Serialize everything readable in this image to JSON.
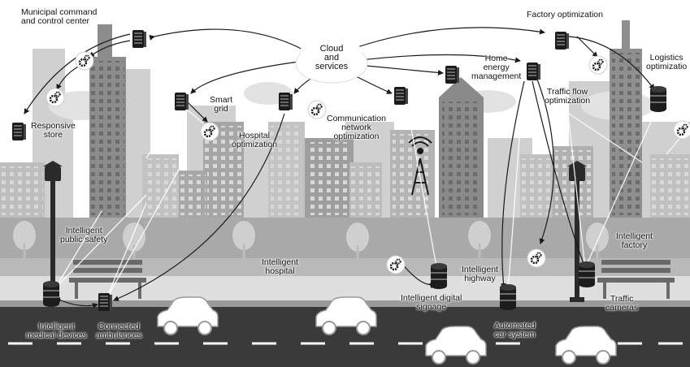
{
  "cloud": {
    "label": "Cloud\nand\nservices"
  },
  "labels": {
    "municipal": "Municipal command\nand control center",
    "factory_opt": "Factory optimization",
    "logistics": "Logistics\noptimizatio",
    "home_energy": "Home\nenergy\nmanagement",
    "traffic_flow": "Traffic flow\noptimization",
    "smart_grid": "Smart\ngrid",
    "comm_network": "Communication\nnetwork\noptimization",
    "hospital_opt": "Hospital\noptimization",
    "responsive_store": "Responsive\nstore",
    "public_safety": "Intelligent\npublic safety",
    "intelligent_hospital": "Intelligent\nhospital",
    "intelligent_highway": "Intelligent\nhighway",
    "intelligent_factory": "Intelligent\nfactory",
    "digital_signage": "Intelligent digital\nsignage",
    "traffic_cameras": "Traffic\ncameras",
    "automated_car": "Automated\ncar system",
    "medical_devices": "Intelligent\nmedical devices",
    "ambulances": "Connected\nambulances"
  }
}
